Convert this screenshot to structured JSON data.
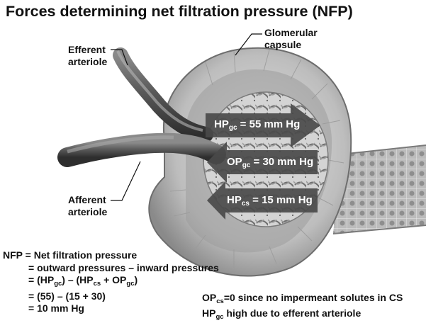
{
  "title": "Forces determining net filtration pressure (NFP)",
  "labels": {
    "efferent_1": "Efferent",
    "efferent_2": "arteriole",
    "afferent_1": "Afferent",
    "afferent_2": "arteriole",
    "capsule_1": "Glomerular",
    "capsule_2": "capsule"
  },
  "arrows": {
    "hp_gc": {
      "main": "HP",
      "sub": "gc",
      "value": " = 55 mm Hg"
    },
    "op_gc": {
      "main": "OP",
      "sub": "gc",
      "value": " = 30 mm Hg"
    },
    "hp_cs": {
      "main": "HP",
      "sub": "cs",
      "value": " = 15 mm Hg"
    }
  },
  "equation": {
    "line1": "NFP = Net filtration pressure",
    "line2": "= outward pressures – inward pressures",
    "line3_a": "= (HP",
    "line3_sub1": "gc",
    "line3_b": ") – (HP",
    "line3_sub2": "cs",
    "line3_c": " + OP",
    "line3_sub3": "gc",
    "line3_d": ")",
    "line4": "= (55) – (15 + 30)",
    "line5": "= 10 mm Hg"
  },
  "notes": {
    "n1_main": "OP",
    "n1_sub": "cs",
    "n1_rest": "=0 since no impermeant solutes in CS",
    "n2_main": "HP",
    "n2_sub": "gc",
    "n2_rest": " high due to efferent arteriole"
  },
  "colors": {
    "arrow": "#4a4a4a",
    "capsule_light": "#cfcfcf",
    "capsule_dark": "#7a7a7a",
    "vessel": "#5e5e5e"
  }
}
